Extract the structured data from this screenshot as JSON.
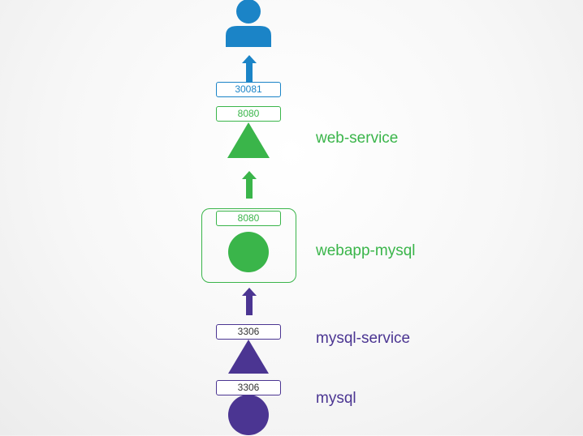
{
  "colors": {
    "user_blue": "#1b84c7",
    "web_green": "#3ab54a",
    "mysql_purple": "#4b3592",
    "port_text": "#333333"
  },
  "icons": {
    "user": "user-icon"
  },
  "ports": {
    "node_port": "30081",
    "web_service_port": "8080",
    "webapp_port": "8080",
    "mysql_service_port": "3306",
    "mysql_port": "3306"
  },
  "labels": {
    "web_service": "web-service",
    "webapp_mysql": "webapp-mysql",
    "mysql_service": "mysql-service",
    "mysql": "mysql"
  }
}
